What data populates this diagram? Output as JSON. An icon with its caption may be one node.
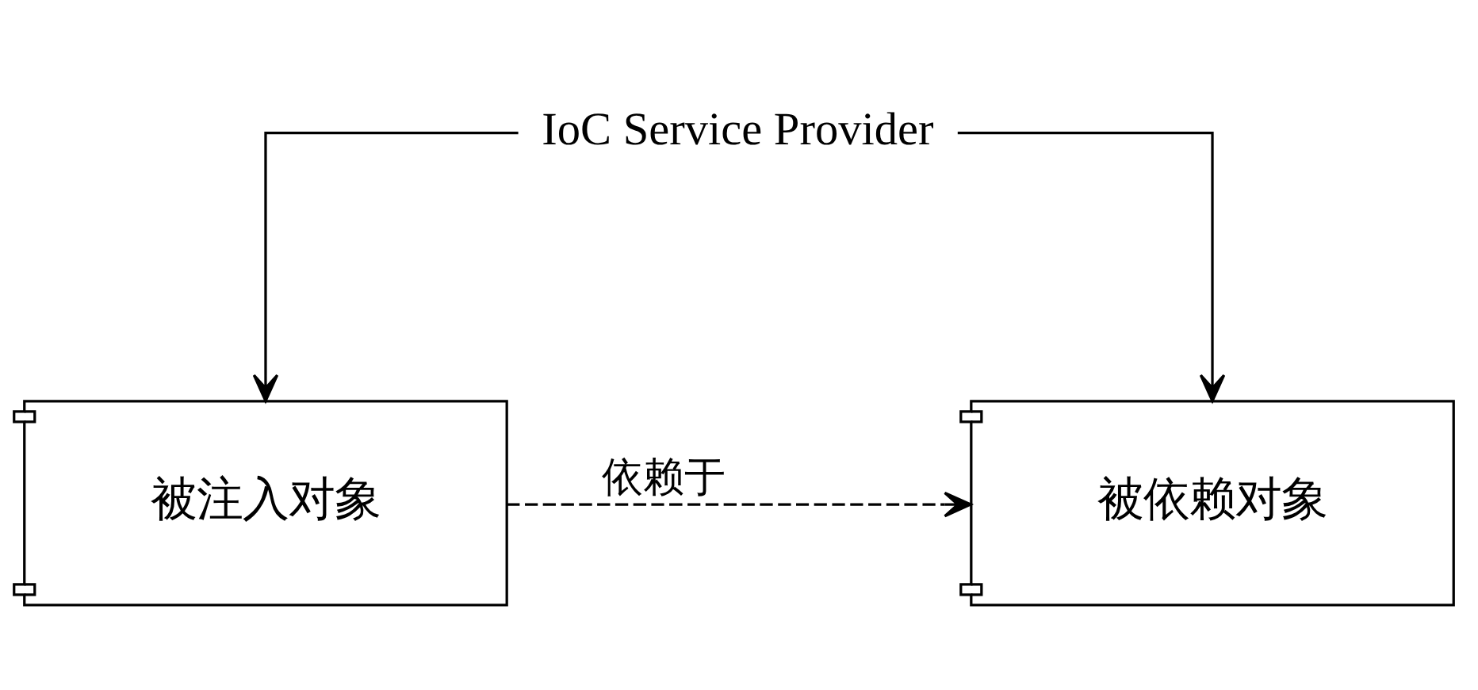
{
  "diagram": {
    "nodes": [
      {
        "text": [
          "IoC Service Provider"
        ]
      },
      {
        "text": [
          "被注入对象"
        ]
      },
      {
        "text": [
          "被依赖对象"
        ]
      }
    ],
    "edges": [
      {
        "from": 0,
        "to": 1,
        "arrow": "to"
      },
      {
        "from": 0,
        "to": 2,
        "arrow": "to"
      },
      {
        "from": 1,
        "to": 2,
        "arrow": "to",
        "label": "依赖于",
        "style": "dashed"
      }
    ]
  }
}
